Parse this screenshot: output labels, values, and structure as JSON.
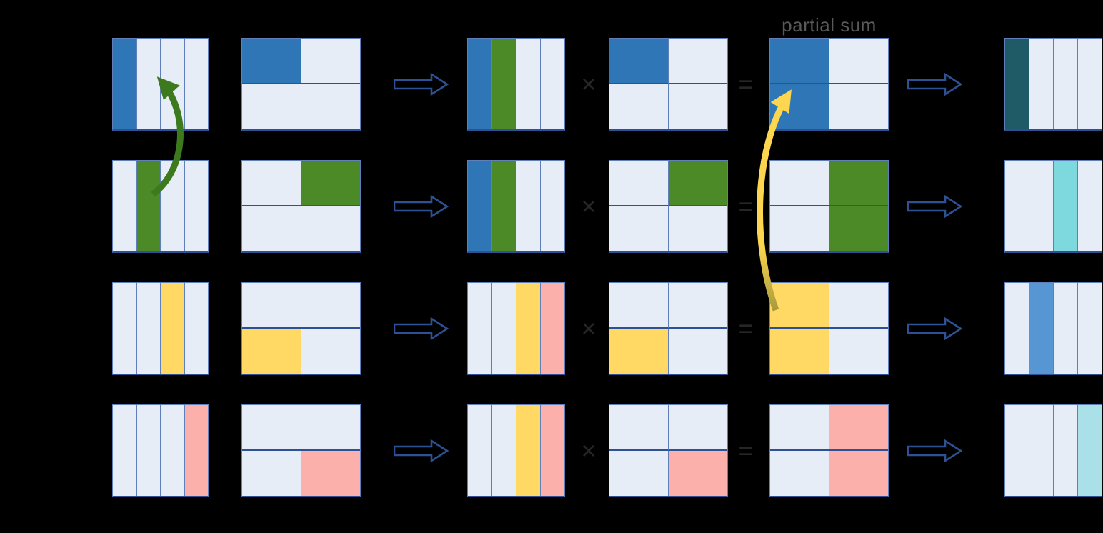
{
  "labels": {
    "partial_sum": "partial sum",
    "times": "×",
    "equals": "="
  },
  "palette": {
    "light": "#e7edf7",
    "blue": "#2f76b7",
    "green": "#4c8927",
    "yellow": "#ffd964",
    "pink": "#fbb0ab",
    "teal": "#1e5b66",
    "cyan": "#7ed9de",
    "midblue": "#5596d3",
    "lightcyan": "#aae1e8",
    "cell_line": "#5f7fba",
    "dark_line": "#2e5193",
    "arrow_outline": "#2e5193",
    "symbol_color": "#262626",
    "label_color": "#595959",
    "green_curved_arrow": "#3c7a1d",
    "yellow_curved_arrow_bright": "#fbd64e",
    "yellow_curved_arrow_dark": "#a89a3c"
  },
  "rows": [
    {
      "name": "step-1",
      "a_cols": [
        "blue",
        "light",
        "light",
        "light"
      ],
      "b_cells": [
        [
          "blue",
          "light"
        ],
        [
          "light",
          "light"
        ]
      ],
      "c_cols": [
        "blue",
        "green",
        "light",
        "light"
      ],
      "d_cells": [
        [
          "blue",
          "light"
        ],
        [
          "light",
          "light"
        ]
      ],
      "e_cells": [
        [
          "blue",
          "light"
        ],
        [
          "blue",
          "light"
        ]
      ],
      "f_cols": [
        "teal",
        "light",
        "light",
        "light"
      ]
    },
    {
      "name": "step-2",
      "a_cols": [
        "light",
        "green",
        "light",
        "light"
      ],
      "b_cells": [
        [
          "light",
          "green"
        ],
        [
          "light",
          "light"
        ]
      ],
      "c_cols": [
        "blue",
        "green",
        "light",
        "light"
      ],
      "d_cells": [
        [
          "light",
          "green"
        ],
        [
          "light",
          "light"
        ]
      ],
      "e_cells": [
        [
          "light",
          "green"
        ],
        [
          "light",
          "green"
        ]
      ],
      "f_cols": [
        "light",
        "light",
        "cyan",
        "light"
      ]
    },
    {
      "name": "step-3",
      "a_cols": [
        "light",
        "light",
        "yellow",
        "light"
      ],
      "b_cells": [
        [
          "light",
          "light"
        ],
        [
          "yellow",
          "light"
        ]
      ],
      "c_cols": [
        "light",
        "light",
        "yellow",
        "pink"
      ],
      "d_cells": [
        [
          "light",
          "light"
        ],
        [
          "yellow",
          "light"
        ]
      ],
      "e_cells": [
        [
          "yellow",
          "light"
        ],
        [
          "yellow",
          "light"
        ]
      ],
      "f_cols": [
        "light",
        "midblue",
        "light",
        "light"
      ]
    },
    {
      "name": "step-4",
      "a_cols": [
        "light",
        "light",
        "light",
        "pink"
      ],
      "b_cells": [
        [
          "light",
          "light"
        ],
        [
          "light",
          "pink"
        ]
      ],
      "c_cols": [
        "light",
        "light",
        "yellow",
        "pink"
      ],
      "d_cells": [
        [
          "light",
          "light"
        ],
        [
          "light",
          "pink"
        ]
      ],
      "e_cells": [
        [
          "light",
          "pink"
        ],
        [
          "light",
          "pink"
        ]
      ],
      "f_cols": [
        "light",
        "light",
        "light",
        "lightcyan"
      ]
    }
  ]
}
